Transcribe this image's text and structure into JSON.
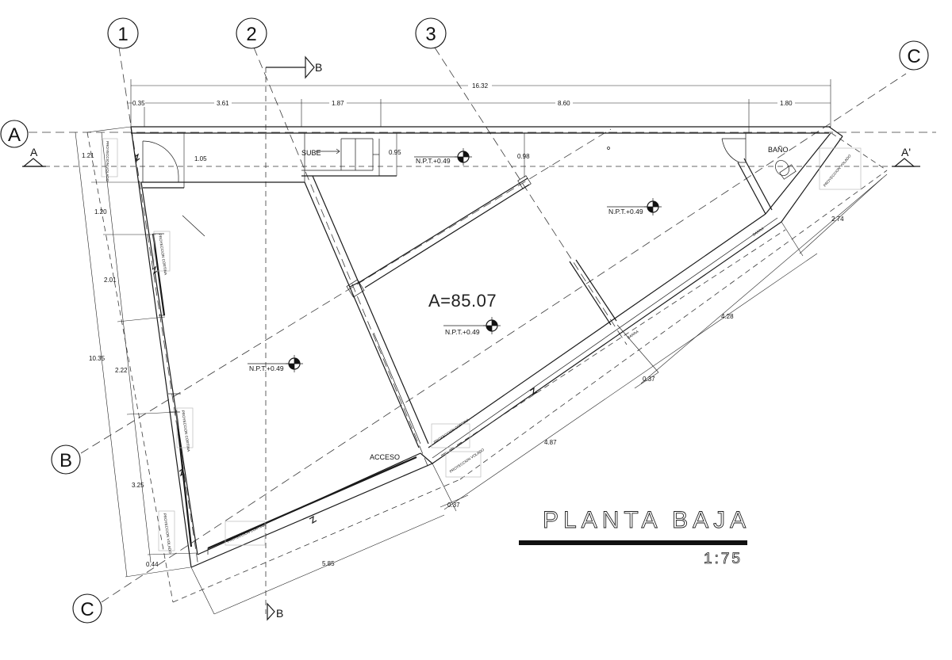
{
  "grid": {
    "columns": [
      "1",
      "2",
      "3"
    ],
    "rows": [
      "A",
      "B",
      "C"
    ],
    "row_c_right": "C"
  },
  "sections": {
    "a_left": "A",
    "a_right": "A'",
    "b_top": "B",
    "b_bottom": "B"
  },
  "dimensions": {
    "overall_top": "16.32",
    "top_1": "0.35",
    "top_2": "3.61",
    "top_3": "1.87",
    "top_4": "8.60",
    "top_5": "1.80",
    "left_overall": "10.35",
    "left_1": "1.21",
    "left_2": "1.20",
    "left_3": "2.01",
    "left_4": "2.22",
    "left_5": "3.25",
    "left_6": "0.44",
    "inner_105": "1.05",
    "inner_095": "0.95",
    "inner_098": "0.98",
    "bottom_585": "5.85",
    "bottom_037a": "0.37",
    "bottom_487": "4.87",
    "right_037b": "0.37",
    "right_428": "4.28",
    "right_274": "2.74"
  },
  "labels": {
    "sube": "SUBE",
    "bano": "BAÑO",
    "acceso": "ACCESO",
    "barra_1": "BARRA",
    "barra_2": "BARRA",
    "proy_volado_tl": "PROYECCION VOLADO",
    "proy_cortina_1": "PROYECCION CORTINA",
    "proy_cortina_2": "PROYECCION CORTINA",
    "proy_volado_bl": "PROYECCION VOLADO",
    "proy_cortina_3": "PROYECCION CORTINA",
    "proy_cortina_4": "PROYECCION CORTINA",
    "proy_volado_b": "PROYECCION VOLADO",
    "proy_volado_r": "PROYECCION VOLADO"
  },
  "levels": {
    "npt_1": "N.P.T.+0.49",
    "npt_2": "N.P.T.+0.49",
    "npt_3": "N.P.T.+0.49",
    "npt_4": "N.P.T.+0.49"
  },
  "area": "A=85.07",
  "title": "PLANTA BAJA",
  "scale": "1:75"
}
